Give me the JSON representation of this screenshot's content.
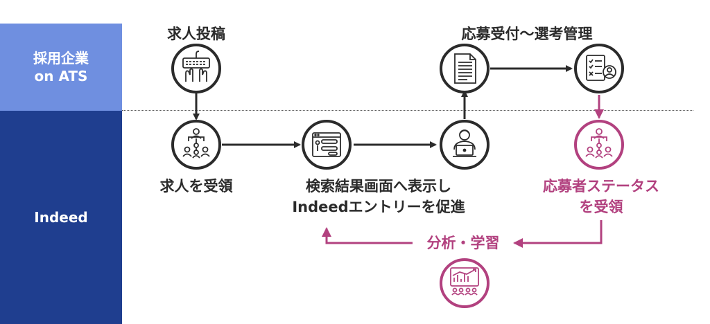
{
  "colors": {
    "lane_top": "#6f8fe0",
    "lane_bottom": "#1f3e8f",
    "ink": "#2b2b2b",
    "accent": "#b2417f"
  },
  "lanes": {
    "top": "採用企業\non ATS",
    "bottom": "Indeed"
  },
  "nodes": {
    "job_posting": {
      "label": "求人投稿",
      "icon": "keyboard-icon"
    },
    "application_mgmt": {
      "label": "応募受付〜選考管理",
      "icon": "document-icon"
    },
    "candidate_review": {
      "label": "",
      "icon": "checklist-candidate-icon"
    },
    "job_received": {
      "label": "求人を受領",
      "icon": "org-network-icon"
    },
    "search_display": {
      "label": "検索結果画面へ表示し\nIndeedエントリーを促進",
      "icon": "search-results-icon"
    },
    "user_entry": {
      "label": "",
      "icon": "person-laptop-icon"
    },
    "status_received": {
      "label": "応募者ステータス\nを受領",
      "icon": "org-network-icon"
    },
    "analytics": {
      "label": "分析・学習",
      "icon": "analytics-icon"
    }
  }
}
